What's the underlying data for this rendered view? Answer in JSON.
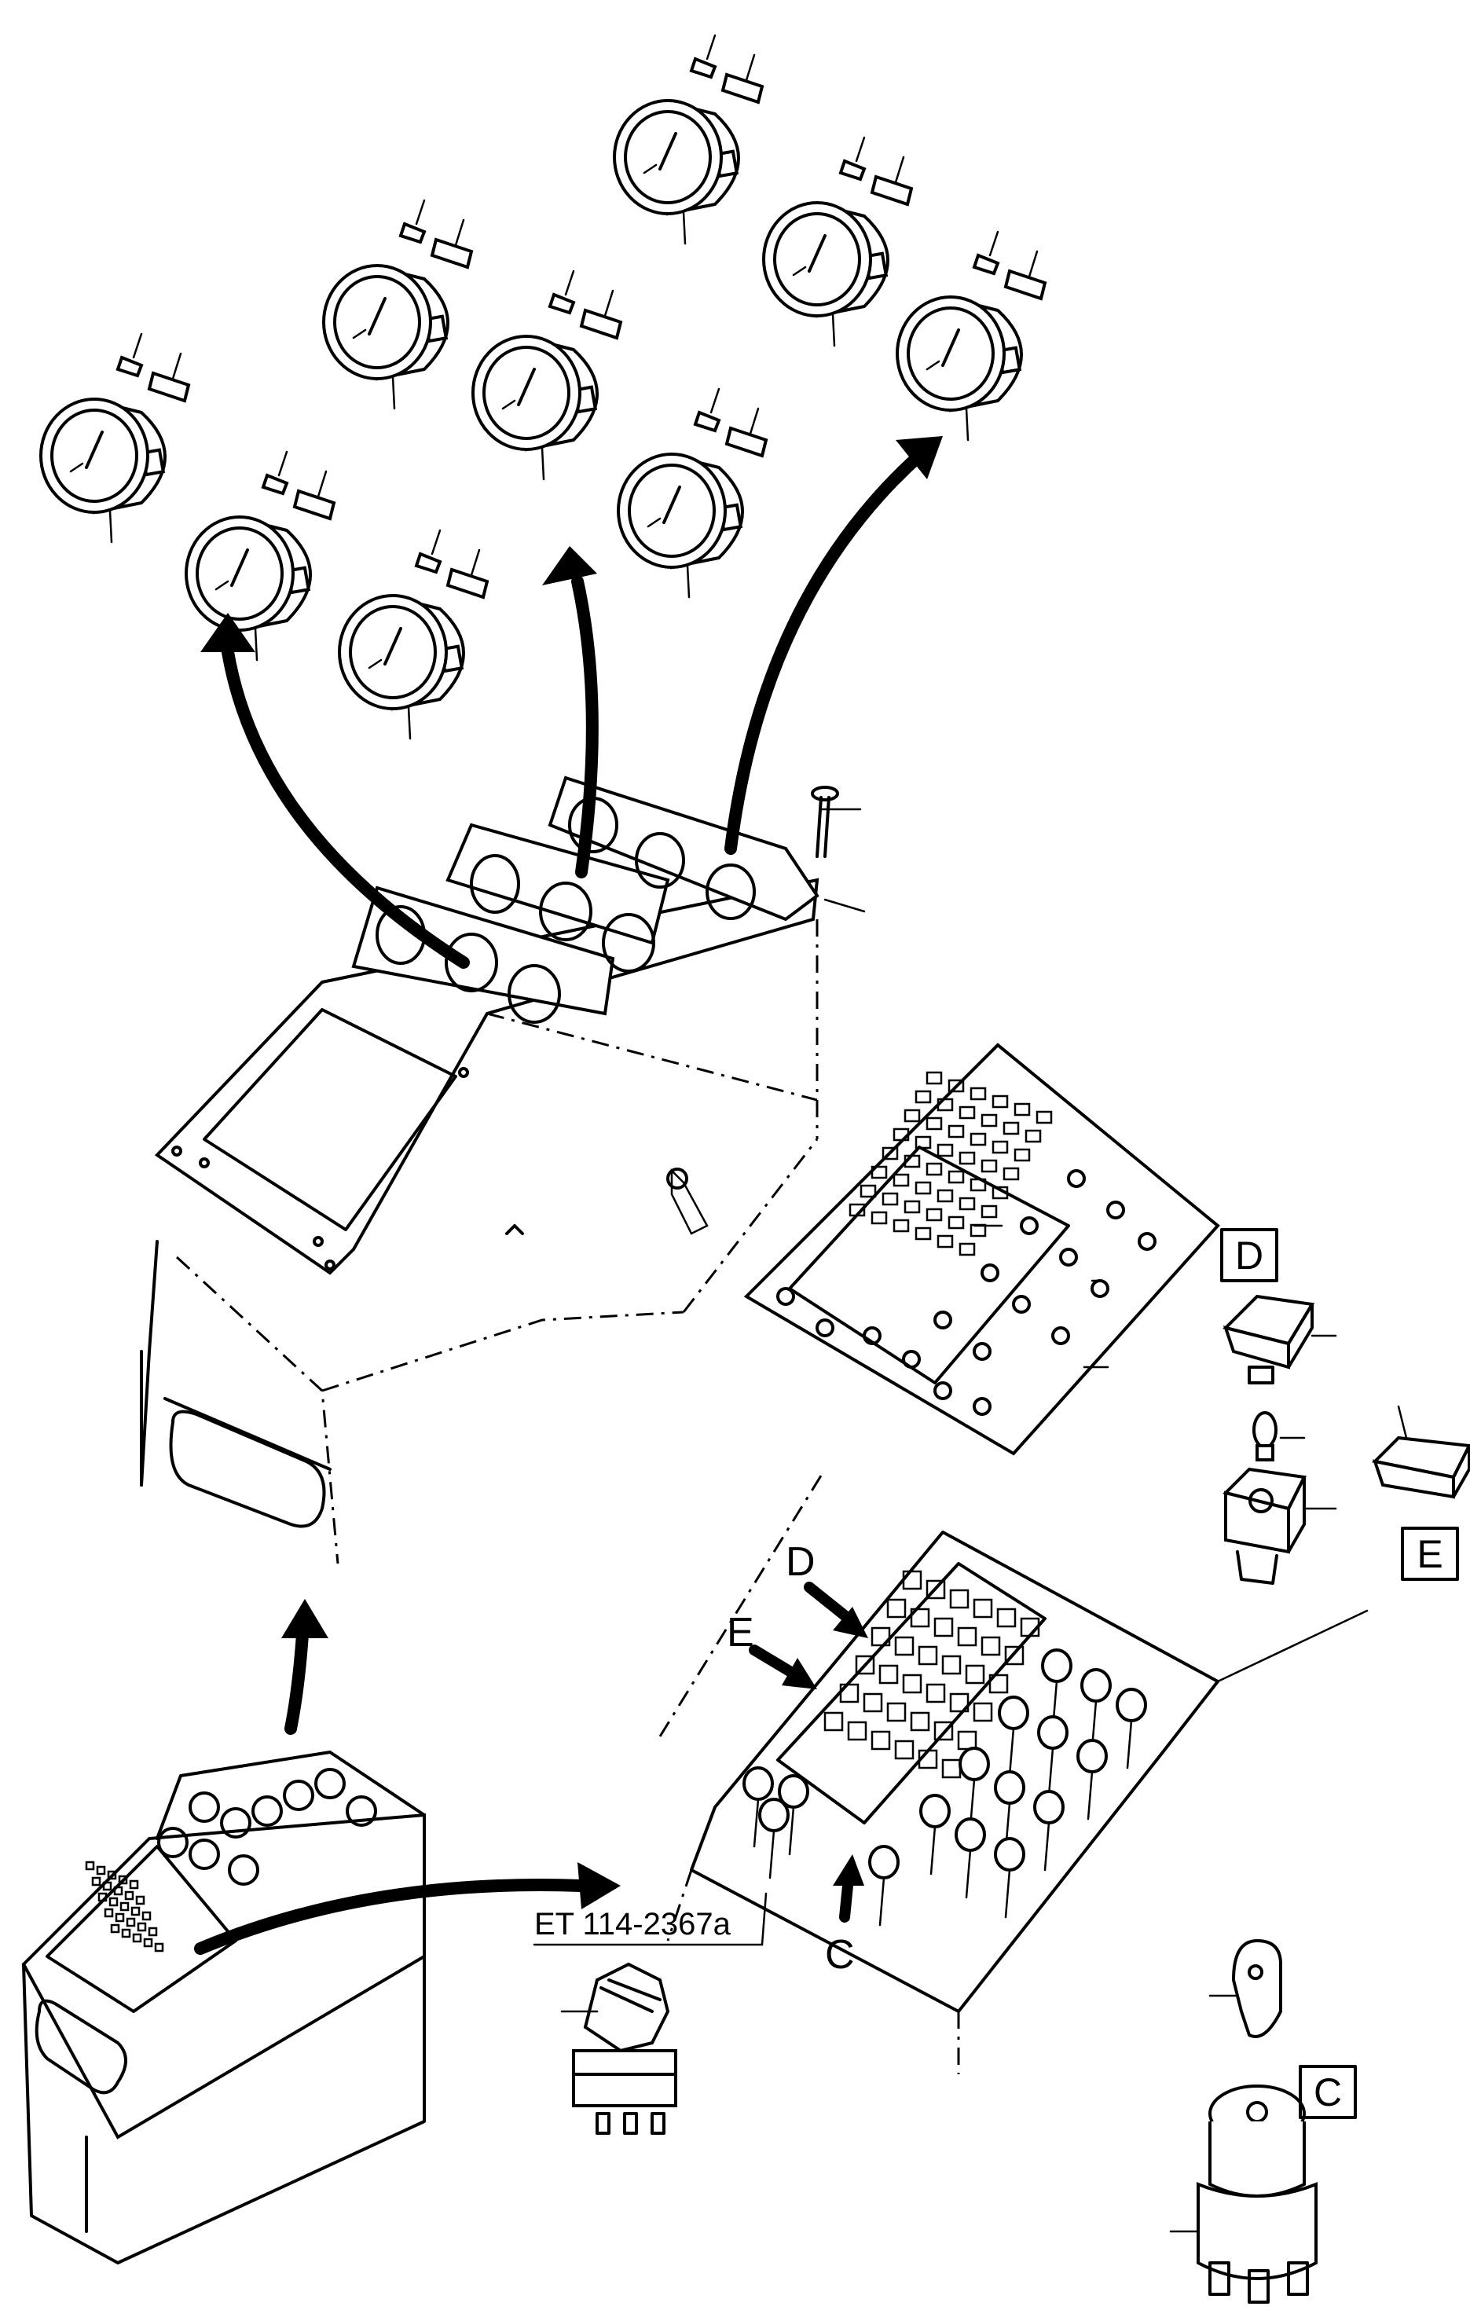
{
  "drawing": {
    "reference_code": "ET 114-2367a",
    "detail_labels": {
      "d_box": "D",
      "e_box": "E",
      "c_box": "C",
      "d_arrow": "D",
      "e_arrow": "E",
      "c_arrow": "C"
    },
    "gauges": [
      {
        "name": "gauge-1"
      },
      {
        "name": "gauge-2"
      },
      {
        "name": "gauge-3"
      },
      {
        "name": "gauge-4"
      },
      {
        "name": "gauge-5"
      },
      {
        "name": "gauge-6"
      },
      {
        "name": "gauge-7"
      },
      {
        "name": "gauge-8"
      },
      {
        "name": "gauge-9"
      }
    ]
  }
}
